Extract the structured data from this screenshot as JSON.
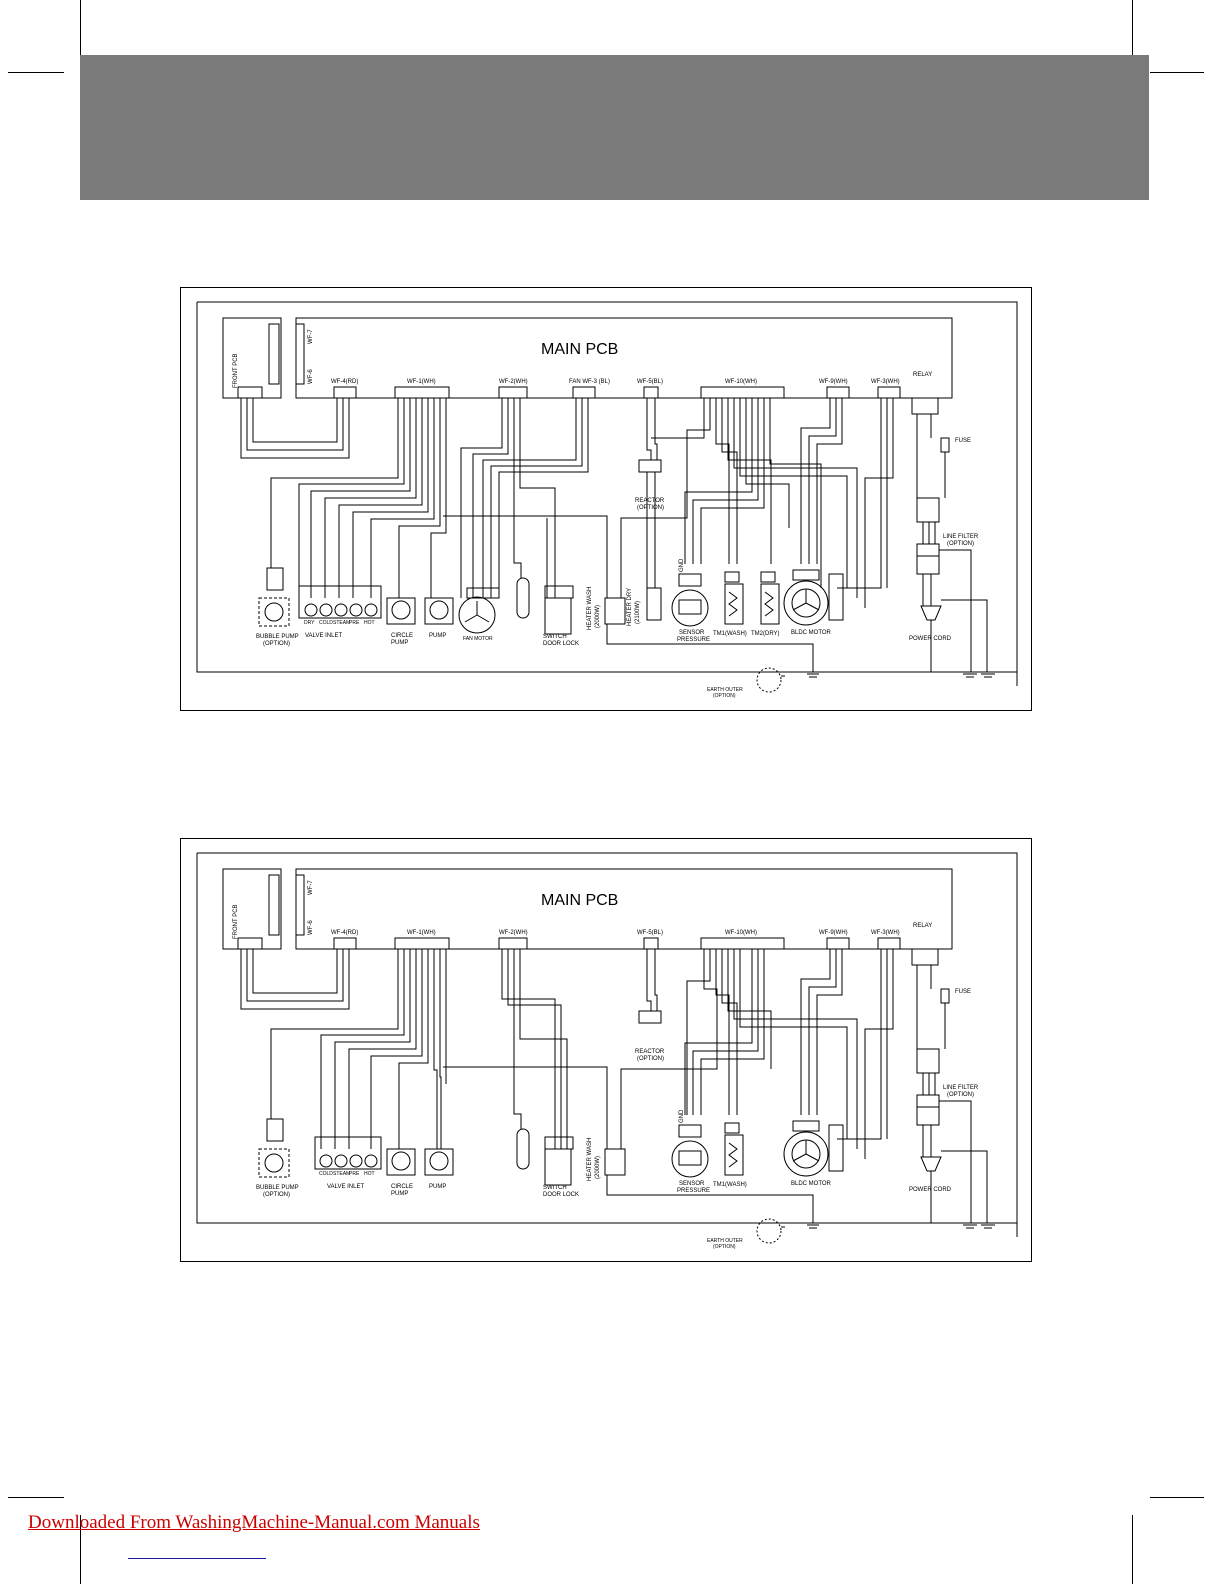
{
  "footer": {
    "link_text": "Downloaded From WashingMachine-Manual.com Manuals"
  },
  "colors": {
    "header_band": "#7a7a7a",
    "link": "#cc0000"
  },
  "diagrams": [
    {
      "main_pcb": "MAIN PCB",
      "front_pcb": "FRONT PCB",
      "wf7": "WF-7",
      "wf6": "WF-6",
      "connectors": [
        "WF-4(RD)",
        "WF-1(WH)",
        "WF-2(WH)",
        "FAN WF-3 (BL)",
        "WF-5(BL)",
        "WF-10(WH)",
        "WF-9(WH)",
        "WF-3(WH)",
        "RELAY"
      ],
      "fuse": "FUSE",
      "reactor": "REACTOR",
      "reactor_opt": "(OPTION)",
      "line_filter": "LINE FILTER",
      "line_filter_opt": "(OPTION)",
      "gnd": "GND",
      "components": {
        "bubble_pump": "BUBBLE PUMP",
        "bubble_pump_opt": "(OPTION)",
        "valve_inlet": "VALVE INLET",
        "valves": [
          "DRY",
          "COLD",
          "STEAM",
          "PRE",
          "HOT"
        ],
        "circle_pump_1": "CIRCLE",
        "circle_pump_2": "PUMP",
        "pump": "PUMP",
        "fan_motor": "FAN MOTOR",
        "switch_1": "SWITCH",
        "switch_2": "DOOR LOCK",
        "heater_wash": "HEATER WASH",
        "heater_wash_w": "(2000W)",
        "heater_dry": "HEATER DRY",
        "heater_dry_w": "(2100W)",
        "sensor_1": "SENSOR",
        "sensor_2": "PRESSURE",
        "tm1": "TM1(WASH)",
        "tm2": "TM2(DRY)",
        "bldc": "BLDC MOTOR",
        "power_cord": "POWER CORD",
        "earth_outer": "EARTH OUTER",
        "earth_outer_opt": "(OPTION)"
      }
    },
    {
      "main_pcb": "MAIN PCB",
      "front_pcb": "FRONT PCB",
      "wf7": "WF-7",
      "wf6": "WF-6",
      "connectors": [
        "WF-4(RD)",
        "WF-1(WH)",
        "WF-2(WH)",
        "WF-5(BL)",
        "WF-10(WH)",
        "WF-9(WH)",
        "WF-3(WH)",
        "RELAY"
      ],
      "fuse": "FUSE",
      "reactor": "REACTOR",
      "reactor_opt": "(OPTION)",
      "line_filter": "LINE FILTER",
      "line_filter_opt": "(OPTION)",
      "gnd": "GND",
      "components": {
        "bubble_pump": "BUBBLE PUMP",
        "bubble_pump_opt": "(OPTION)",
        "valve_inlet": "VALVE INLET",
        "valves": [
          "COLD",
          "STEAM",
          "PRE",
          "HOT"
        ],
        "circle_pump_1": "CIRCLE",
        "circle_pump_2": "PUMP",
        "pump": "PUMP",
        "switch_1": "SWITCH",
        "switch_2": "DOOR LOCK",
        "heater_wash": "HEATER WASH",
        "heater_wash_w": "(2000W)",
        "sensor_1": "SENSOR",
        "sensor_2": "PRESSURE",
        "tm1": "TM1(WASH)",
        "bldc": "BLDC MOTOR",
        "power_cord": "POWER CORD",
        "earth_outer": "EARTH OUTER",
        "earth_outer_opt": "(OPTION)"
      }
    }
  ]
}
